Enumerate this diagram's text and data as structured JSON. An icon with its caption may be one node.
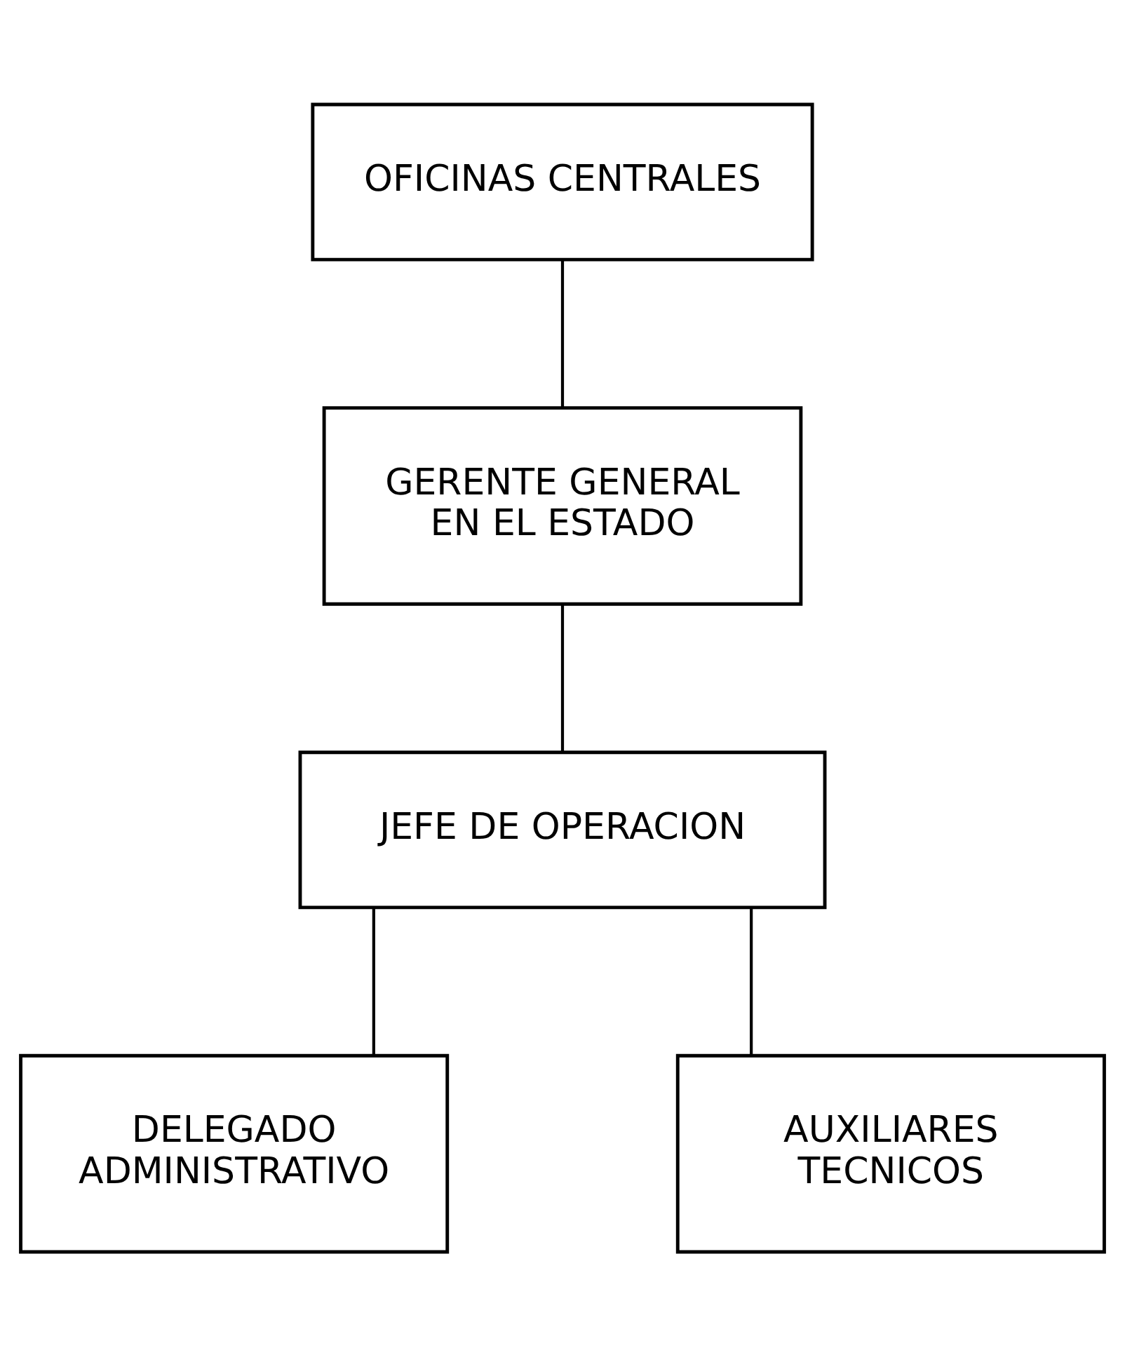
{
  "diagram": {
    "nodes": [
      {
        "text": [
          "OFICINAS CENTRALES"
        ]
      },
      {
        "text": [
          "GERENTE GENERAL EN EL ESTADO"
        ]
      },
      {
        "text": [
          "JEFE DE OPERACION"
        ]
      },
      {
        "text": [
          "DELEGADO ADMINISTRATIVO"
        ]
      },
      {
        "text": [
          "AUXILIARES TECNICOS"
        ]
      }
    ],
    "edges": [
      {
        "from": 0,
        "to": 1,
        "arrow": "none"
      },
      {
        "from": 1,
        "to": 2,
        "arrow": "none"
      },
      {
        "from": 2,
        "to": 3,
        "arrow": "none"
      },
      {
        "from": 2,
        "to": 4,
        "arrow": "none"
      }
    ]
  }
}
